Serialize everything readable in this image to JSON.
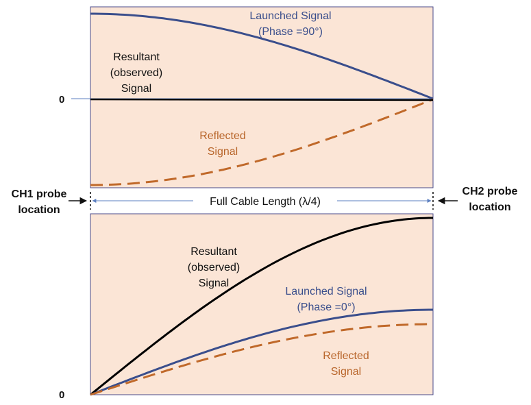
{
  "colors": {
    "panel_fill": "#fbe5d6",
    "panel_border": "#4a4a8a",
    "launched": "#3a4e8c",
    "reflected": "#c0692a",
    "resultant": "#000000",
    "dimension": "#5b7fc0"
  },
  "top_panel": {
    "zero_label": "0",
    "launched_label_line1": "Launched Signal",
    "launched_label_line2": "(Phase =90°)",
    "resultant_label_line1": "Resultant",
    "resultant_label_line2": "(observed)",
    "resultant_label_line3": "Signal",
    "reflected_label_line1": "Reflected",
    "reflected_label_line2": "Signal"
  },
  "bottom_panel": {
    "zero_label": "0",
    "launched_label_line1": "Launched Signal",
    "launched_label_line2": "(Phase =0°)",
    "resultant_label_line1": "Resultant",
    "resultant_label_line2": "(observed)",
    "resultant_label_line3": "Signal",
    "reflected_label_line1": "Reflected",
    "reflected_label_line2": "Signal"
  },
  "dimension": {
    "label": "Full Cable Length (λ/4)"
  },
  "probes": {
    "ch1_line1": "CH1 probe",
    "ch1_line2": "location",
    "ch2_line1": "CH2 probe",
    "ch2_line2": "location"
  }
}
